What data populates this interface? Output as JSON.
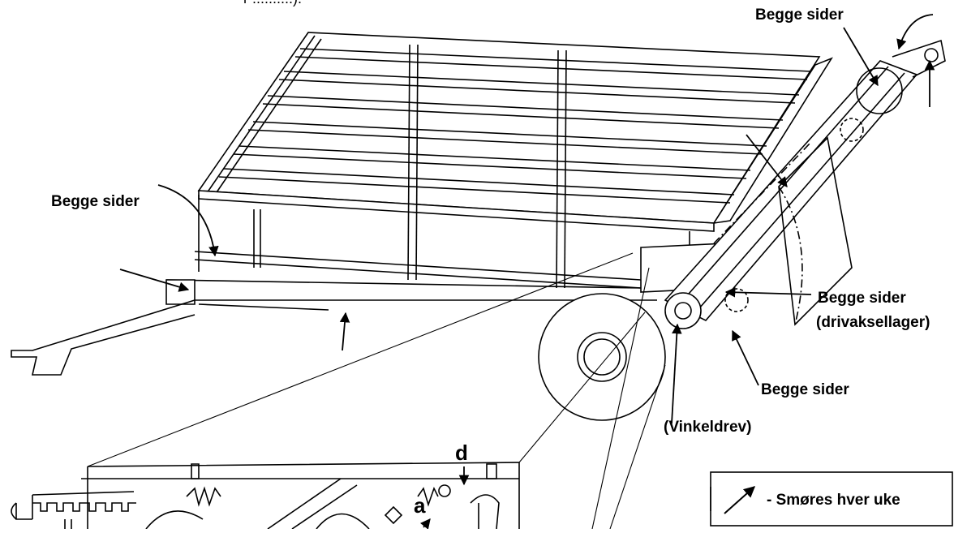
{
  "diagram": {
    "labels": {
      "left_both_sides": "Begge sider",
      "top_right_both_sides": "Begge sider",
      "drive_shaft_both_sides": "Begge sider",
      "drive_shaft_bearing": "(drivaksellager)",
      "lower_right_both_sides": "Begge sider",
      "angle_gear": "(Vinkeldrev)",
      "detail_d": "d",
      "detail_a": "a"
    },
    "legend": {
      "text": "- Smøres hver uke",
      "symbol": "arrow-icon"
    }
  }
}
